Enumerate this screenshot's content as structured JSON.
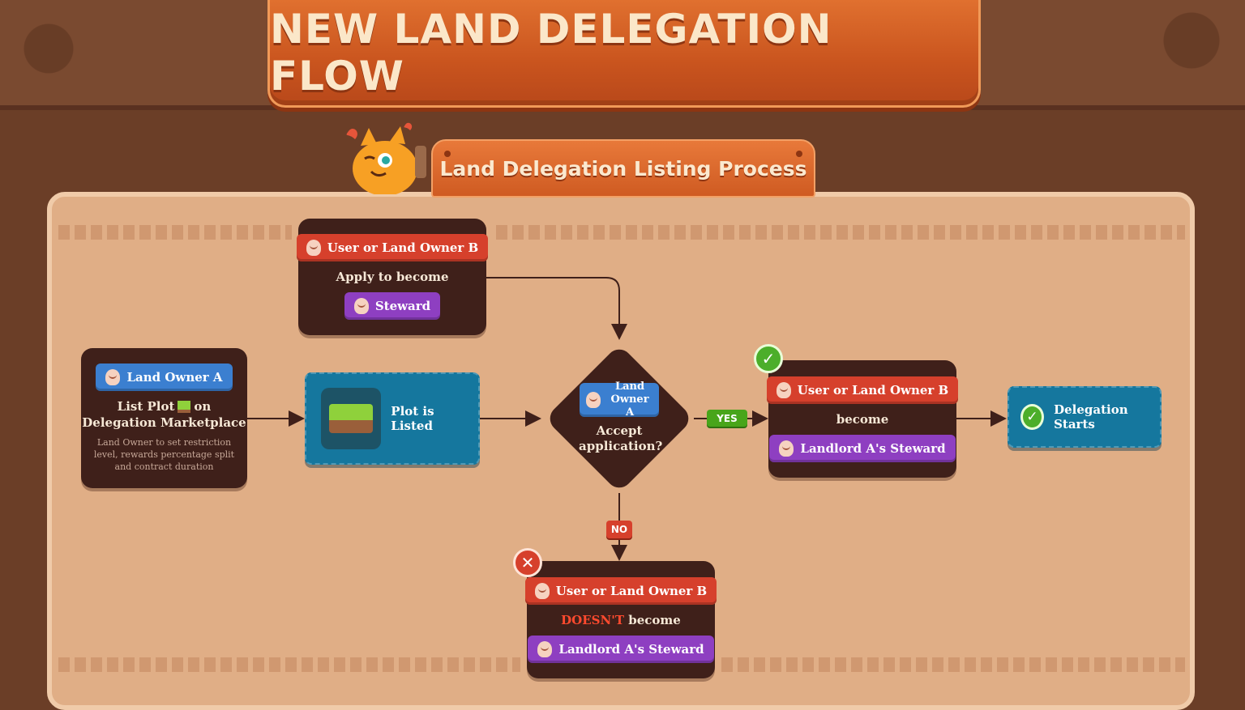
{
  "header": {
    "title": "NEW LAND DELEGATION FLOW"
  },
  "sub_banner": {
    "title": "Land Delegation Listing Process"
  },
  "nodes": {
    "land_owner_a": {
      "badge": "Land Owner A",
      "text_a": "List Plot",
      "text_b": "on",
      "text_c": "Delegation Marketplace",
      "note": "Land Owner to set restriction level, rewards percentage split and contract duration"
    },
    "apply": {
      "badge": "User or Land Owner B",
      "text": "Apply to become",
      "role": "Steward"
    },
    "plot_listed": {
      "label": "Plot is Listed"
    },
    "decision": {
      "badge": "Land Owner A",
      "question": "Accept application?"
    },
    "accepted": {
      "badge": "User or Land Owner B",
      "text": "become",
      "role": "Landlord A's Steward"
    },
    "rejected": {
      "badge": "User or Land Owner B",
      "neg": "DOESN'T",
      "text": "become",
      "role": "Landlord A's Steward"
    },
    "delegation_starts": {
      "label": "Delegation Starts"
    }
  },
  "edges": {
    "yes": "YES",
    "no": "NO"
  },
  "icons": {
    "person": "person-icon",
    "grass_block": "grass-block-icon",
    "check": "check-icon",
    "cross": "cross-icon",
    "mascot": "mascot-icon"
  },
  "colors": {
    "panel_dark": "#3f201a",
    "badge_red": "#d6402c",
    "badge_purple": "#8e3fc1",
    "badge_blue": "#3b7fd0",
    "teal_panel": "#15779e",
    "yes_green": "#48a51a",
    "title_orange": "#d2601f"
  }
}
